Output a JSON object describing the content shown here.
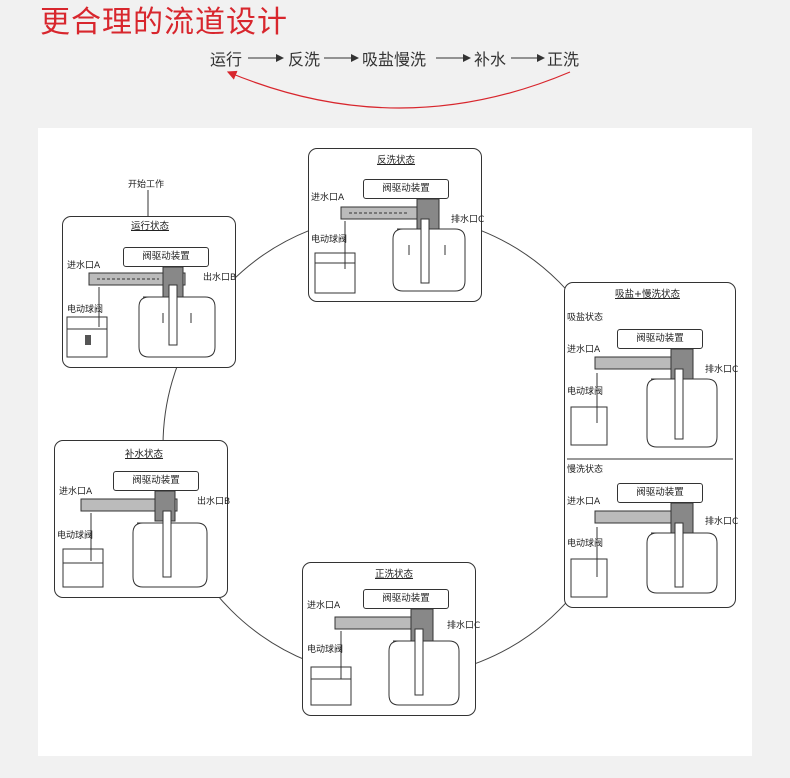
{
  "title": "更合理的流道设计",
  "flow": [
    "运行",
    "反洗",
    "吸盐慢洗",
    "补水",
    "正洗"
  ],
  "start_label": "开始工作",
  "device_label": "阀驱动装置",
  "inlet_label": "进水口A",
  "valve_label": "电动球阀",
  "drain_label": "排水口C",
  "outlet_label": "出水口B",
  "states": {
    "run": "运行状态",
    "backwash": "反洗状态",
    "brine_slow": "吸盐+慢洗状态",
    "brine_sub": "吸盐状态",
    "slow_sub": "慢洗状态",
    "refill": "补水状态",
    "rinse": "正洗状态"
  },
  "colors": {
    "accent": "#d8262d",
    "line": "#333333"
  }
}
